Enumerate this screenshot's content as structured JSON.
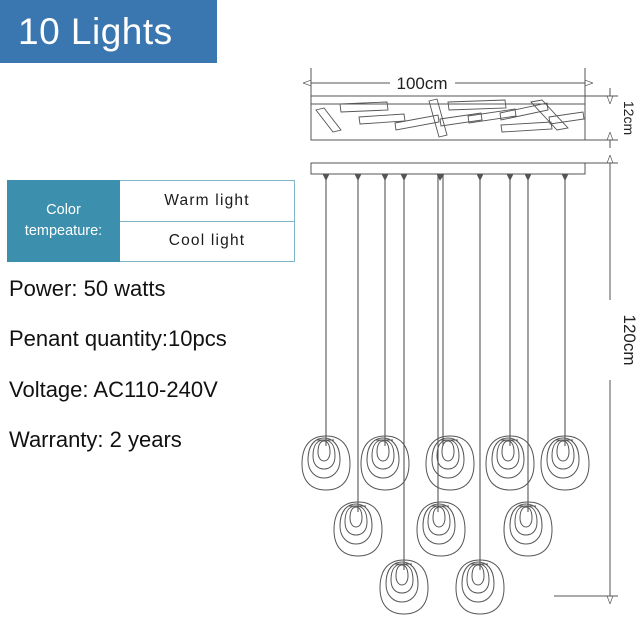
{
  "header": {
    "title": "10 Lights",
    "bg_color": "#3a77b0"
  },
  "color_temperature": {
    "label": "Color",
    "label_line2": "tempeature:",
    "label_bg_color": "#3d90ad",
    "options": [
      "Warm light",
      "Cool light"
    ]
  },
  "specs": [
    "Power: 50 watts",
    "Penant quantity:10pcs",
    "Voltage: AC110-240V",
    "Warranty: 2 years"
  ],
  "diagram": {
    "dimensions": {
      "width_label": "100cm",
      "plate_thickness_label": "12cm",
      "drop_height_label": "120cm"
    },
    "pendant_count": 10,
    "rows": [
      {
        "name": "top-row",
        "count": 5
      },
      {
        "name": "middle-row",
        "count": 3
      },
      {
        "name": "bottom-row",
        "count": 2
      }
    ],
    "line_color": "#555555"
  }
}
